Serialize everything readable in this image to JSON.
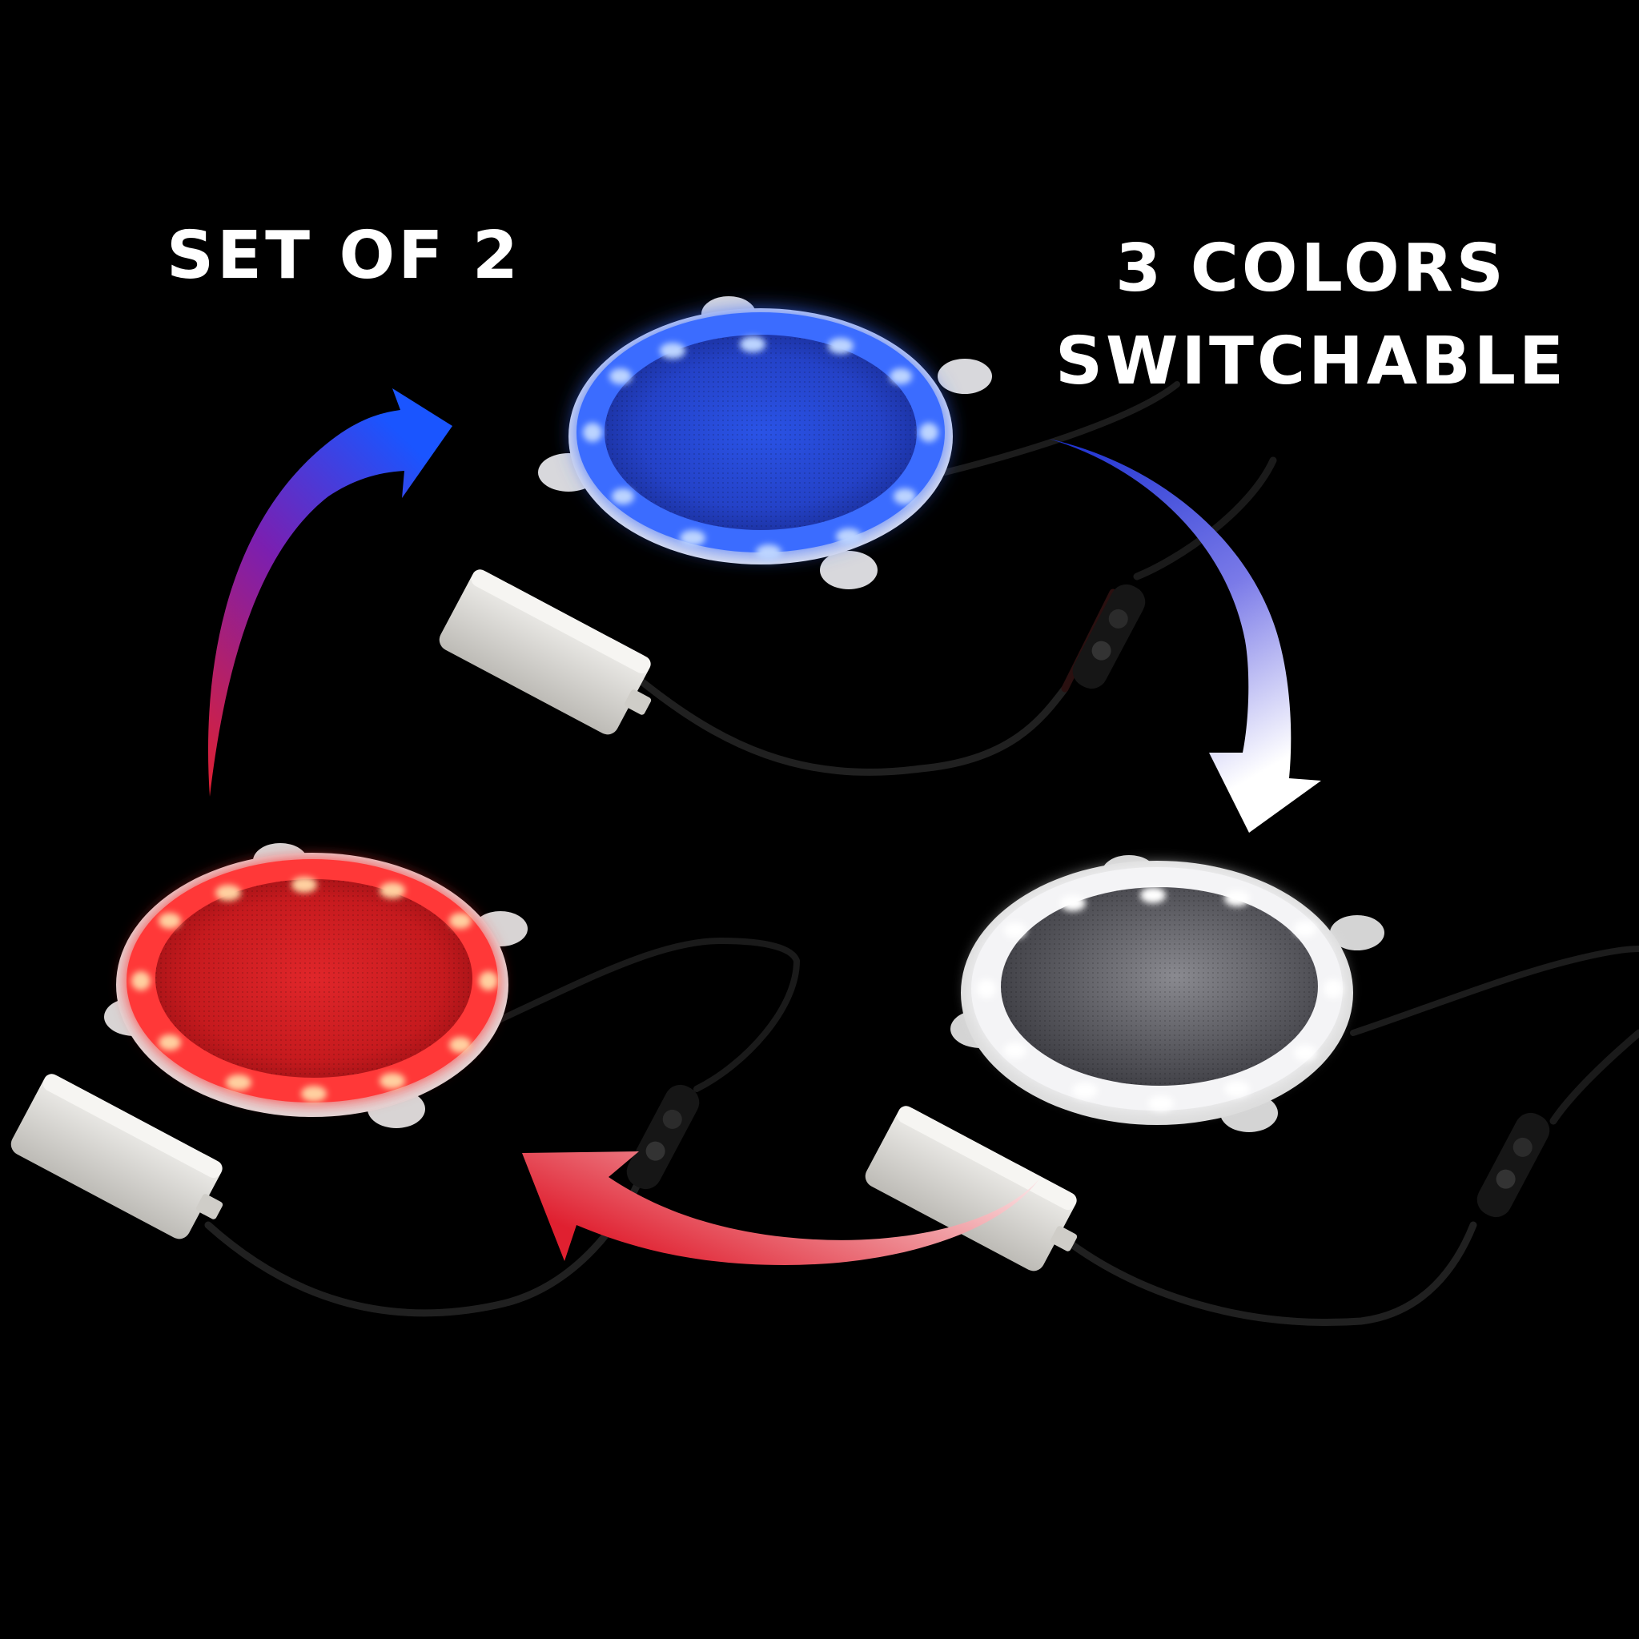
{
  "captions": {
    "left": "SET OF 2",
    "right_line1": "3 COLORS",
    "right_line2": "SWITCHABLE"
  },
  "lights": [
    {
      "name": "blue-light",
      "color": "#1a5cff"
    },
    {
      "name": "white-light",
      "color": "#e8eaf0"
    },
    {
      "name": "red-light",
      "color": "#ff1a1a"
    }
  ],
  "arrows": [
    {
      "name": "red-to-blue-arrow",
      "from": "#e02030",
      "to": "#1a55ff"
    },
    {
      "name": "blue-to-white-arrow",
      "from": "#1a2fd0",
      "to": "#ffffff"
    },
    {
      "name": "white-to-red-arrow",
      "from": "#ffffff",
      "to": "#e02030"
    }
  ],
  "background": "#000000"
}
